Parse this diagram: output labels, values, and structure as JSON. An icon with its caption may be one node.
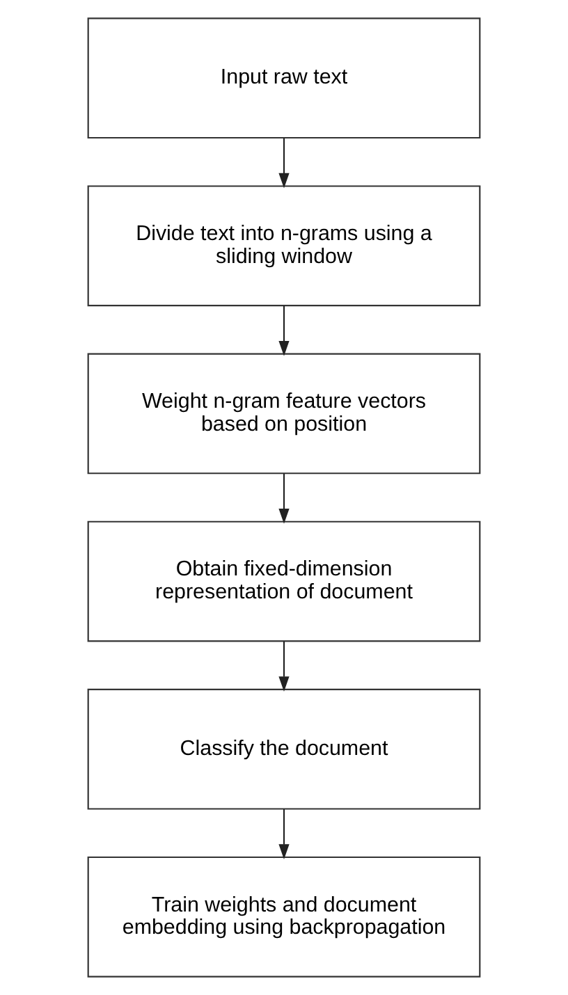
{
  "diagram": {
    "nodes": [
      {
        "text": [
          "Input raw text"
        ]
      },
      {
        "text": [
          "Divide text into n-grams using a sliding window"
        ]
      },
      {
        "text": [
          "Weight n-gram feature vectors based on position"
        ]
      },
      {
        "text": [
          "Obtain fixed-dimension representation of document"
        ]
      },
      {
        "text": [
          "Classify the document"
        ]
      },
      {
        "text": [
          "Train weights and document embedding using backpropagation"
        ]
      }
    ],
    "edges": [
      {
        "from": 0,
        "to": 1,
        "arrow": "to"
      },
      {
        "from": 1,
        "to": 2,
        "arrow": "to"
      },
      {
        "from": 2,
        "to": 3,
        "arrow": "to"
      },
      {
        "from": 3,
        "to": 4,
        "arrow": "to"
      },
      {
        "from": 4,
        "to": 5,
        "arrow": "to"
      }
    ]
  }
}
